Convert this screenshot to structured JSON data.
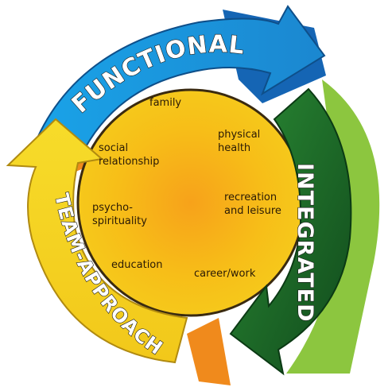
{
  "arrows": {
    "functional": {
      "label": "FUNCTIONAL",
      "color": "#1f9fe0",
      "shade": "#1565b4"
    },
    "integrated": {
      "label": "INTEGRATED",
      "color": "#1b6b2a",
      "shade": "#8cc63f"
    },
    "team_approach": {
      "label": "TEAM-APPROACH",
      "color": "#f2d21e",
      "shade": "#f08a1c"
    }
  },
  "center": {
    "color": "#f6c316",
    "items": [
      {
        "id": "family",
        "lines": [
          "family"
        ]
      },
      {
        "id": "social-relationship",
        "lines": [
          "social",
          "relationship"
        ]
      },
      {
        "id": "physical-health",
        "lines": [
          "physical",
          "health"
        ]
      },
      {
        "id": "psycho-spirituality",
        "lines": [
          "psycho-",
          "spirituality"
        ]
      },
      {
        "id": "recreation-and-leisure",
        "lines": [
          "recreation",
          "and leisure"
        ]
      },
      {
        "id": "education",
        "lines": [
          "education"
        ]
      },
      {
        "id": "career-work",
        "lines": [
          "career/work"
        ]
      }
    ]
  }
}
